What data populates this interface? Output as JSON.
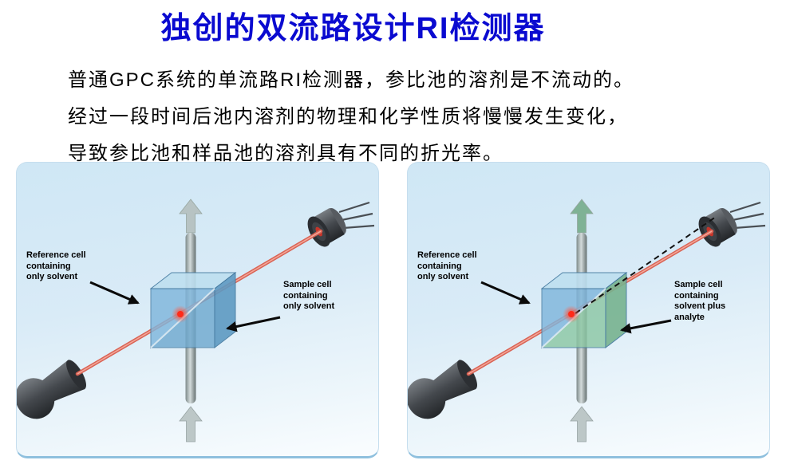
{
  "title": "独创的双流路设计RI检测器",
  "intro": {
    "line1": "普通GPC系统的单流路RI检测器，参比池的溶剂是不流动的。",
    "line2": "经过一段时间后池内溶剂的物理和化学性质将慢慢发生变化，",
    "line3": "导致参比池和样品池的溶剂具有不同的折光率。"
  },
  "panels": {
    "left": {
      "reference_label": "Reference cell\ncontaining\nonly solvent",
      "sample_label": "Sample cell\ncontaining\nonly solvent",
      "sample_color": "#6fa9cf",
      "sample_side_color": "#5e9ac2",
      "flow_arrow_top_color": "#b7c3c3",
      "deflected_beam": false
    },
    "right": {
      "reference_label": "Reference cell\ncontaining\nonly solvent",
      "sample_label": "Sample cell\ncontaining\nsolvent plus\nanalyte",
      "sample_color": "#8cc7a4",
      "sample_side_color": "#77b38f",
      "flow_arrow_top_color": "#7fb295",
      "deflected_beam": true
    }
  },
  "colors": {
    "title_text": "#0a0ad0",
    "body_text": "#000000",
    "panel_background": "#d6eaf6",
    "beam": "#d96355",
    "reference_cell": "#7fb6dc"
  }
}
